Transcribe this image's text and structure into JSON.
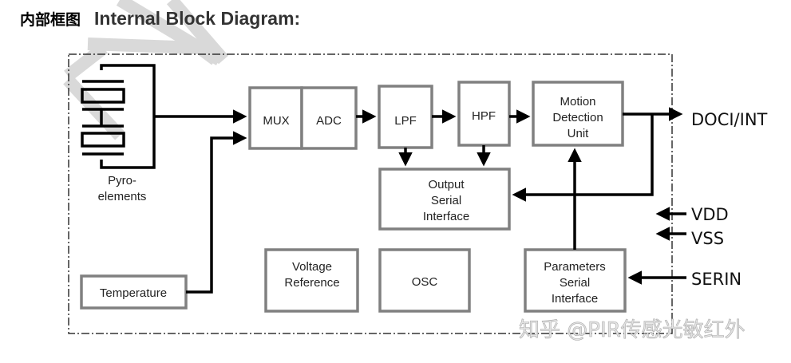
{
  "title": {
    "cn": "内部框图",
    "en": "Internal Block Diagram:"
  },
  "blocks": {
    "pyro": [
      "Pyro-",
      "elements"
    ],
    "mux": "MUX",
    "adc": "ADC",
    "lpf": "LPF",
    "hpf": "HPF",
    "motion": [
      "Motion",
      "Detection",
      "Unit"
    ],
    "output_serial": [
      "Output",
      "Serial",
      "Interface"
    ],
    "temperature": "Temperature",
    "voltage_ref": [
      "Voltage",
      "Reference"
    ],
    "osc": "OSC",
    "params_serial": [
      "Parameters",
      "Serial",
      "Interface"
    ]
  },
  "pins": {
    "doci": "DOCI/INT",
    "vdd": "VDD",
    "vss": "VSS",
    "serin": "SERIN"
  },
  "watermark": "知乎 @PIR传感光敏红外",
  "colors": {
    "block_border": "#808080",
    "wire": "#000000",
    "watermark": "#d0d0d0"
  }
}
